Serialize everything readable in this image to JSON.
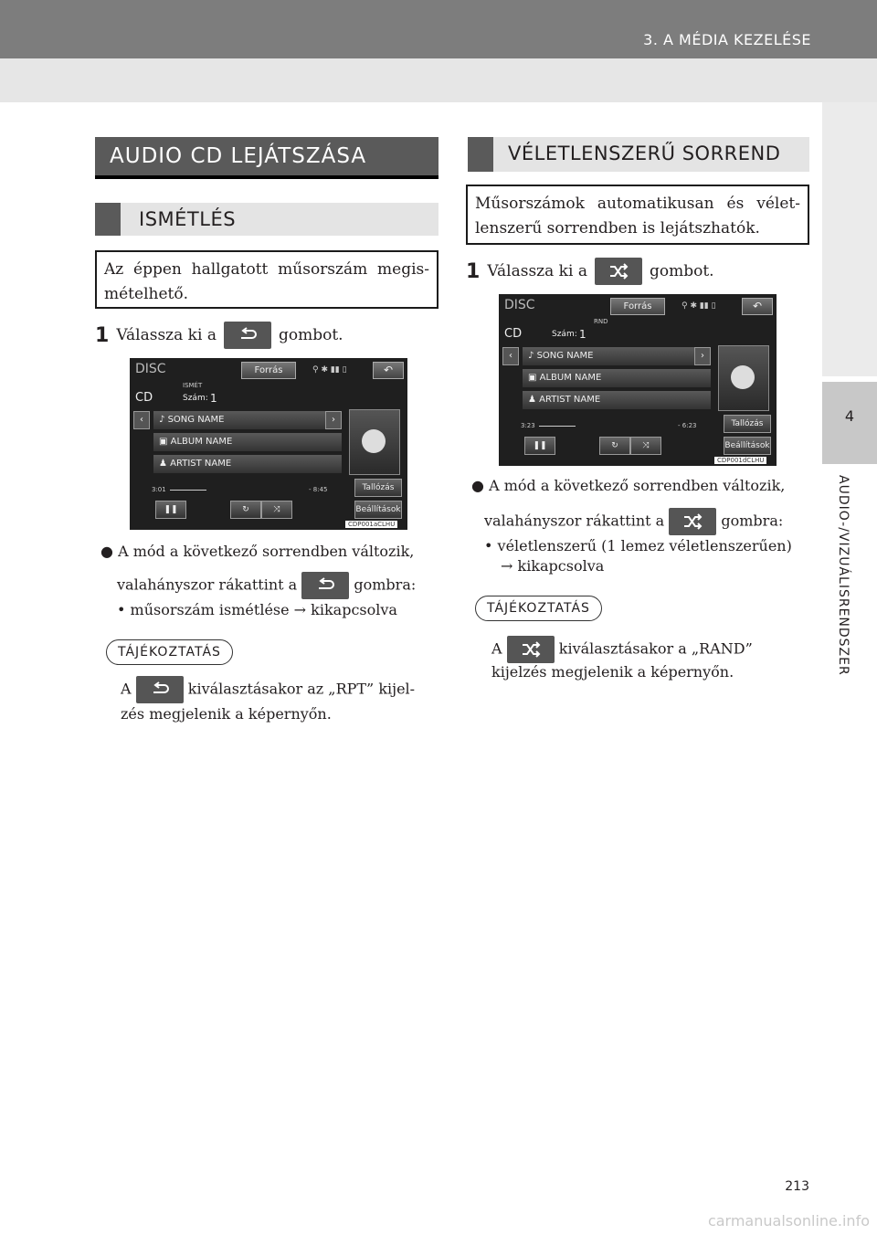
{
  "header": {
    "chapter_title": "3. A MÉDIA KEZELÉSE"
  },
  "side": {
    "tab_number": "4",
    "label": "AUDIO-/VIZUÁLISRENDSZER"
  },
  "footer": {
    "page_number": "213",
    "watermark": "carmanualsonline.info"
  },
  "left": {
    "section_title": "AUDIO CD LEJÁTSZÁSA",
    "subsection_title": "ISMÉTLÉS",
    "intro": "Az éppen hallgatott műsorszám megis-mételhető.",
    "step_num": "1",
    "step_pre": "Válassza ki a",
    "step_post": "gombot.",
    "bullet_line1": "A mód a következő sorrendben változik,",
    "bullet_line2_pre": "valahányszor rákattint a",
    "bullet_line2_post": "gombra:",
    "sub_bullet": "• műsorszám ismétlése → kikapcsolva",
    "info_label": "TÁJÉKOZTATÁS",
    "info_pre": "A",
    "info_post": "kiválasztásakor az „RPT” kijel-",
    "info_line2": "zés megjelenik a képernyőn.",
    "screen": {
      "disc": "DISC",
      "mode_tag": "ISMÉT",
      "cd": "CD",
      "szam": "Szám:",
      "track": "1",
      "forras": "Forrás",
      "song": "SONG NAME",
      "album": "ALBUM NAME",
      "artist": "ARTIST NAME",
      "elapsed": "3:01",
      "remaining": "- 8:45",
      "tallozas": "Tallózás",
      "beallitasok": "Beállítások",
      "code": "CDP001aCLHU"
    }
  },
  "right": {
    "section_title": "VÉLETLENSZERŰ SORREND",
    "intro": "Műsorszámok automatikusan és vélet-lenszerű sorrendben is lejátszhatók.",
    "step_num": "1",
    "step_pre": "Válassza ki a",
    "step_post": "gombot.",
    "bullet_line1": "A mód a következő sorrendben változik,",
    "bullet_line2_pre": "valahányszor rákattint a",
    "bullet_line2_post": "gombra:",
    "sub_bullet_1": "• véletlenszerű (1 lemez véletlenszerűen)",
    "sub_bullet_2": "→ kikapcsolva",
    "info_label": "TÁJÉKOZTATÁS",
    "info_pre": "A",
    "info_post": "kiválasztásakor a „RAND”",
    "info_line2": "kijelzés megjelenik a képernyőn.",
    "screen": {
      "disc": "DISC",
      "mode_tag": "RND",
      "cd": "CD",
      "szam": "Szám:",
      "track": "1",
      "forras": "Forrás",
      "song": "SONG NAME",
      "album": "ALBUM NAME",
      "artist": "ARTIST NAME",
      "elapsed": "3:23",
      "remaining": "- 6:23",
      "tallozas": "Tallózás",
      "beallitasok": "Beállítások",
      "code": "CDP001dCLHU"
    }
  }
}
